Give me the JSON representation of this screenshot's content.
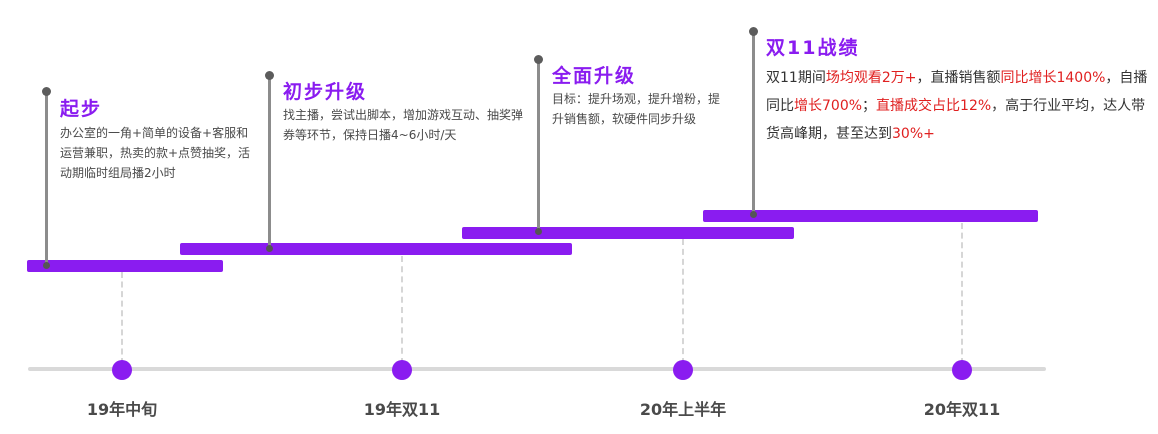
{
  "timeline": {
    "ticks": [
      "19年中旬",
      "19年双11",
      "20年上半年",
      "20年双11"
    ],
    "accent": "#8a1cf0",
    "highlight": "#e02020"
  },
  "stages": [
    {
      "title": "起步",
      "desc": "办公室的一角+简单的设备+客服和运营兼职，热卖的款+点赞抽奖，活动期临时组局播2小时"
    },
    {
      "title": "初步升级",
      "desc": "找主播，尝试出脚本，增加游戏互动、抽奖弹券等环节，保持日播4~6小时/天"
    },
    {
      "title": "全面升级",
      "desc": "目标：提升场观，提升增粉，提升销售额，软硬件同步升级"
    }
  ],
  "result": {
    "title": "双11战绩",
    "segments": [
      {
        "text": "双11期间",
        "hl": false
      },
      {
        "text": "场均观看2万+",
        "hl": true
      },
      {
        "text": "，直播销售额",
        "hl": false
      },
      {
        "text": "同比增长1400%",
        "hl": true
      },
      {
        "text": "，自播同比",
        "hl": false
      },
      {
        "text": "增长700%",
        "hl": true
      },
      {
        "text": "；",
        "hl": false
      },
      {
        "text": "直播成交占比12%",
        "hl": true
      },
      {
        "text": "，高于行业平均，达人带货高峰期，甚至达到",
        "hl": false
      },
      {
        "text": "30%+",
        "hl": true
      }
    ]
  }
}
